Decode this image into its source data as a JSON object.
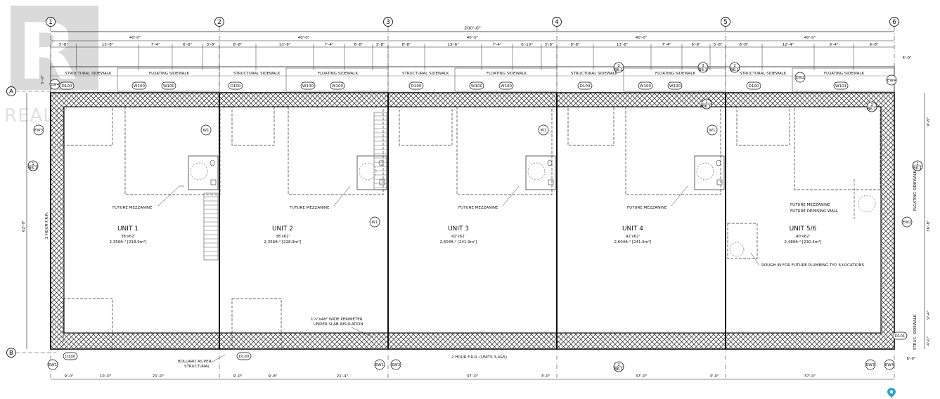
{
  "watermark": {
    "brand": "REALTOR",
    "mark": "®"
  },
  "grid": {
    "columns": [
      "1",
      "2",
      "3",
      "4",
      "5",
      "6"
    ],
    "rows": [
      "A",
      "B"
    ]
  },
  "dims": {
    "overall": "200'-0\"",
    "bays": [
      "40'-0\"",
      "40'-0\"",
      "40'-0\"",
      "40'-0\"",
      "40'-0\""
    ],
    "top_sub": [
      "5'-8\"",
      "13'-8\"",
      "7'-4\"",
      "6'-8\"",
      "3'-8\"",
      "8'-8\"",
      "13'-8\"",
      "7'-4\"",
      "6'-8\"",
      "3'-8\"",
      "8'-8\"",
      "13'-6\"",
      "7'-4\"",
      "6'-10\"",
      "3'-8\"",
      "8'-8\"",
      "13'-8\"",
      "7'-4\"",
      "6'-8\"",
      "3'-8\"",
      "8'-8\"",
      "12'-4\"",
      "9'-4\"",
      "9'-8\""
    ],
    "right_top": "4'-0\"",
    "bottom": [
      "9'-0\"",
      "10'-0\"",
      "21'-0\"",
      "9'-0\"",
      "9'-8\"",
      "21'-4\"",
      "37'-0\"",
      "3'-0\"",
      "37'-0\"",
      "3'-0\"",
      "37'-0\""
    ],
    "bottom_right": "6'-0\"",
    "left_side": "62'-0\"",
    "left_small": "5'-0\"",
    "right_side": [
      "9'-8\"",
      "36'-8\"",
      "9'-4\"",
      "4'-0\""
    ]
  },
  "walk": {
    "structural": "STRUCTURAL SIDEWALK",
    "floating": "FLOATING SIDEWALK",
    "floating_vertical": "FLOATING SIDEWALK",
    "struc_vertical": "STRUC. SIDEWALK"
  },
  "rating": {
    "left": "2 HOUR F.R.R.",
    "bottom": "2 HOUR F.R.R. (UNITS 3,4&5)"
  },
  "units": [
    {
      "name": "UNIT 1",
      "size": "38'x62'",
      "area": "2,356ft.² [218.9m²]"
    },
    {
      "name": "UNIT 2",
      "size": "38'x62'",
      "area": "2,356ft.² [218.9m²]"
    },
    {
      "name": "UNIT 3",
      "size": "42'x62'",
      "area": "2,604ft.² [241.9m²]"
    },
    {
      "name": "UNIT 4",
      "size": "42'x62'",
      "area": "2,604ft.² [241.9m²]"
    },
    {
      "name": "UNIT 5/6",
      "size": "40'x62'",
      "area": "2,480ft.² [230.4m²]"
    }
  ],
  "notes": {
    "mezz": "FUTURE MEZZANINE",
    "demising": "FUTURE DEMISING WALL",
    "plumbing": "ROUGH IN FOR FUTURE PLUMBING TYP. 6 LOCATIONS",
    "insulation_1": "1⅞\"x48\" WIDE PERIMETER",
    "insulation_2": "UNDER SLAB INSULATION",
    "bollard_1": "BOLLARD AS PER",
    "bollard_2": "STRUCTURAL"
  },
  "tags": {
    "d100": "D100",
    "w100": "W100",
    "w101": "W101",
    "w1": "W1",
    "ew1": "EW1",
    "ew2": "EW2",
    "ew3": "EW3",
    "ew4": "EW4",
    "d101": "D101"
  },
  "sections": {
    "one": "1",
    "two": "2",
    "three": "3",
    "sheet": "B6.1"
  }
}
